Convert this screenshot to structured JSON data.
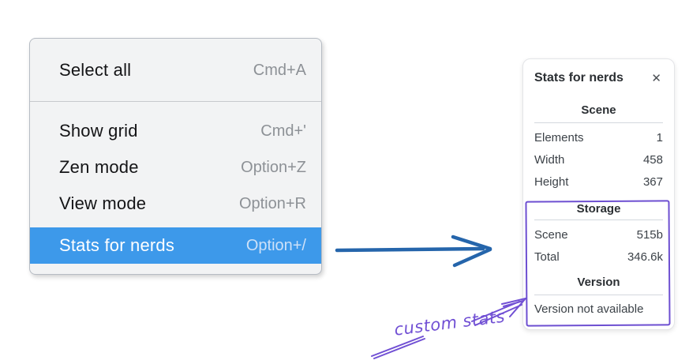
{
  "context_menu": {
    "groups": [
      {
        "items": [
          {
            "label": "Select all",
            "shortcut": "Cmd+A",
            "selected": false
          }
        ]
      },
      {
        "items": [
          {
            "label": "Show grid",
            "shortcut": "Cmd+'",
            "selected": false
          },
          {
            "label": "Zen mode",
            "shortcut": "Option+Z",
            "selected": false
          },
          {
            "label": "View mode",
            "shortcut": "Option+R",
            "selected": false
          },
          {
            "label": "Stats for nerds",
            "shortcut": "Option+/",
            "selected": true
          }
        ]
      }
    ]
  },
  "stats_panel": {
    "title": "Stats for nerds",
    "close_icon": "✕",
    "sections": [
      {
        "header": "Scene",
        "rows": [
          {
            "label": "Elements",
            "value": "1"
          },
          {
            "label": "Width",
            "value": "458"
          },
          {
            "label": "Height",
            "value": "367"
          }
        ]
      },
      {
        "header": "Storage",
        "rows": [
          {
            "label": "Scene",
            "value": "515b"
          },
          {
            "label": "Total",
            "value": "346.6k"
          }
        ]
      },
      {
        "header": "Version",
        "rows": [],
        "note": "Version not available"
      }
    ]
  },
  "annotation": {
    "label": "custom stats"
  },
  "colors": {
    "highlight": "#3d99ea",
    "arrow_blue": "#2565ab",
    "annotation_purple": "#6d4fd1"
  }
}
